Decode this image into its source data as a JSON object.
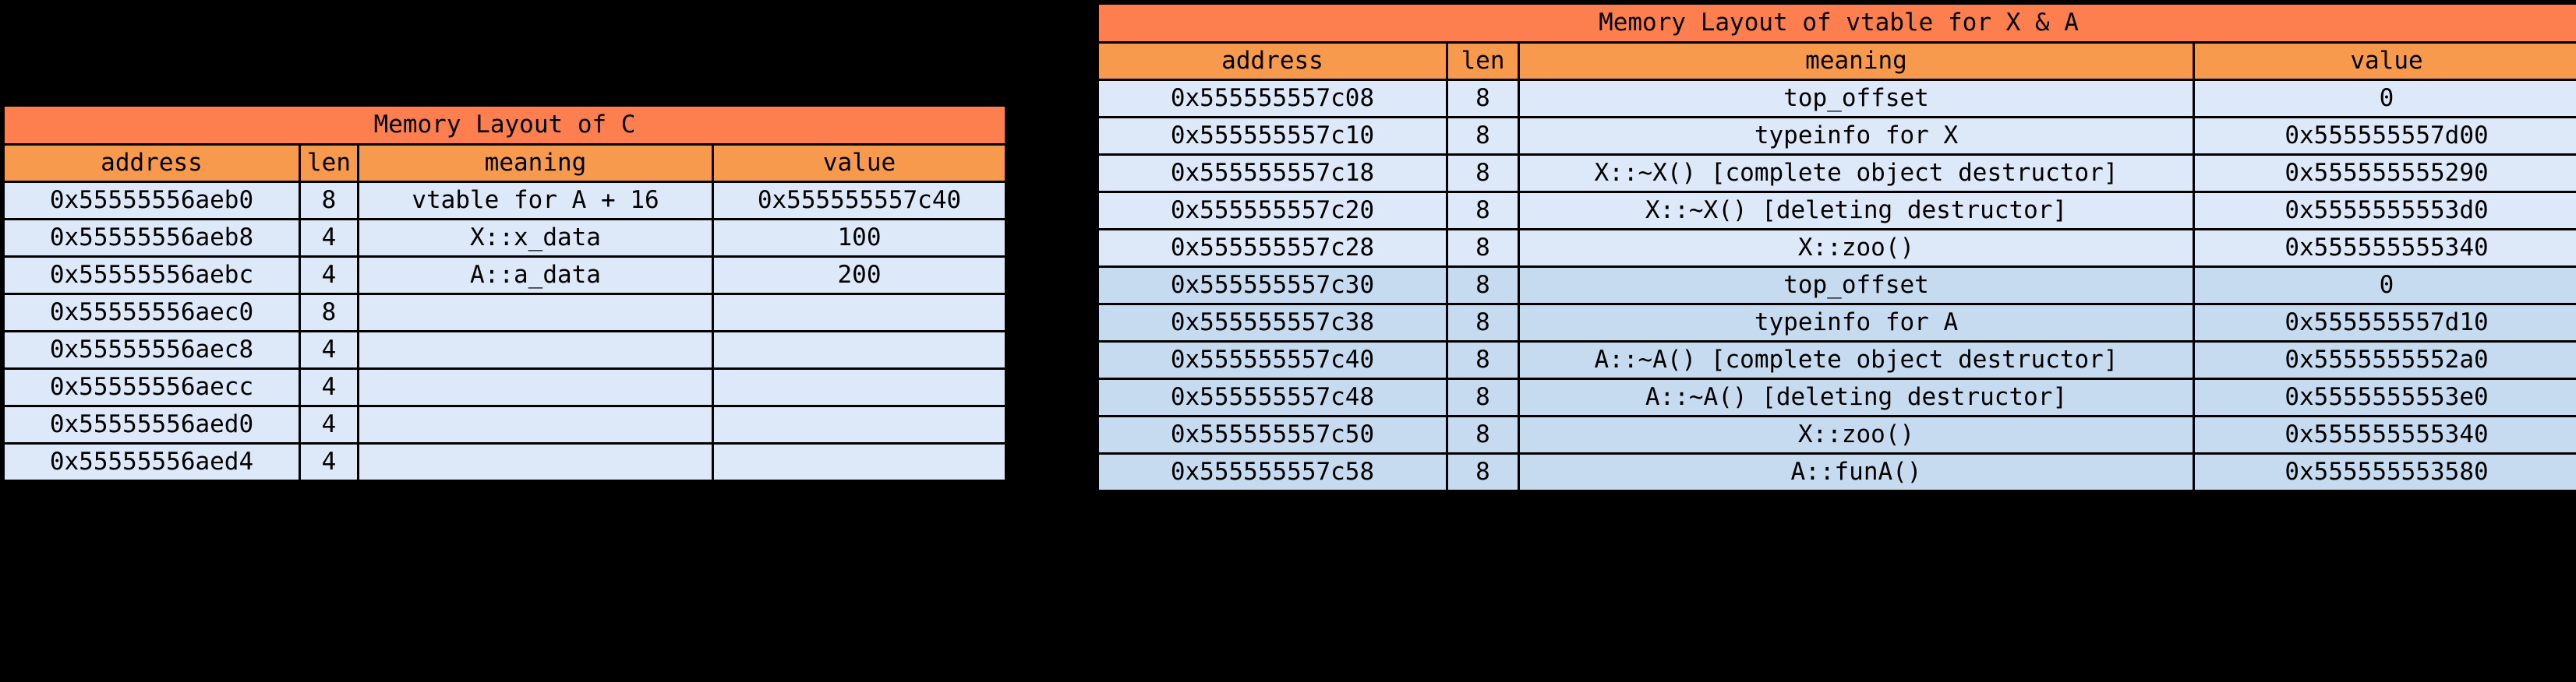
{
  "left_table": {
    "title": "Memory Layout of C",
    "columns": [
      "address",
      "len",
      "meaning",
      "value"
    ],
    "rows": [
      {
        "address": "0x55555556aeb0",
        "len": "8",
        "meaning": "vtable for A + 16",
        "value": "0x555555557c40",
        "shade": "light"
      },
      {
        "address": "0x55555556aeb8",
        "len": "4",
        "meaning": "X::x_data",
        "value": "100",
        "shade": "light"
      },
      {
        "address": "0x55555556aebc",
        "len": "4",
        "meaning": "A::a_data",
        "value": "200",
        "shade": "light"
      },
      {
        "address": "0x55555556aec0",
        "len": "8",
        "meaning": "",
        "value": "",
        "shade": "light"
      },
      {
        "address": "0x55555556aec8",
        "len": "4",
        "meaning": "",
        "value": "",
        "shade": "light"
      },
      {
        "address": "0x55555556aecc",
        "len": "4",
        "meaning": "",
        "value": "",
        "shade": "light"
      },
      {
        "address": "0x55555556aed0",
        "len": "4",
        "meaning": "",
        "value": "",
        "shade": "light"
      },
      {
        "address": "0x55555556aed4",
        "len": "4",
        "meaning": "",
        "value": "",
        "shade": "light"
      }
    ]
  },
  "right_table": {
    "title": "Memory Layout of vtable for X & A",
    "columns": [
      "address",
      "len",
      "meaning",
      "value"
    ],
    "rows": [
      {
        "address": "0x555555557c08",
        "len": "8",
        "meaning": "top_offset",
        "value": "0",
        "shade": "light"
      },
      {
        "address": "0x555555557c10",
        "len": "8",
        "meaning": "typeinfo for X",
        "value": "0x555555557d00",
        "shade": "light"
      },
      {
        "address": "0x555555557c18",
        "len": "8",
        "meaning": "X::~X() [complete object destructor]",
        "value": "0x555555555290",
        "shade": "light"
      },
      {
        "address": "0x555555557c20",
        "len": "8",
        "meaning": "X::~X() [deleting destructor]",
        "value": "0x5555555553d0",
        "shade": "light"
      },
      {
        "address": "0x555555557c28",
        "len": "8",
        "meaning": "X::zoo()",
        "value": "0x555555555340",
        "shade": "light"
      },
      {
        "address": "0x555555557c30",
        "len": "8",
        "meaning": "top_offset",
        "value": "0",
        "shade": "dark"
      },
      {
        "address": "0x555555557c38",
        "len": "8",
        "meaning": "typeinfo for A",
        "value": "0x555555557d10",
        "shade": "dark"
      },
      {
        "address": "0x555555557c40",
        "len": "8",
        "meaning": "A::~A() [complete object destructor]",
        "value": "0x5555555552a0",
        "shade": "dark"
      },
      {
        "address": "0x555555557c48",
        "len": "8",
        "meaning": "A::~A() [deleting destructor]",
        "value": "0x5555555553e0",
        "shade": "dark"
      },
      {
        "address": "0x555555557c50",
        "len": "8",
        "meaning": "X::zoo()",
        "value": "0x555555555340",
        "shade": "dark"
      },
      {
        "address": "0x555555557c58",
        "len": "8",
        "meaning": "A::funA()",
        "value": "0x555555553580",
        "shade": "dark"
      }
    ]
  },
  "colors": {
    "title_bg": "#fd7f4f",
    "header_bg": "#f79a4e",
    "row_light_bg": "#dde8f8",
    "row_dark_bg": "#c6dbf0",
    "border": "#000000",
    "page_bg": "#000000"
  }
}
